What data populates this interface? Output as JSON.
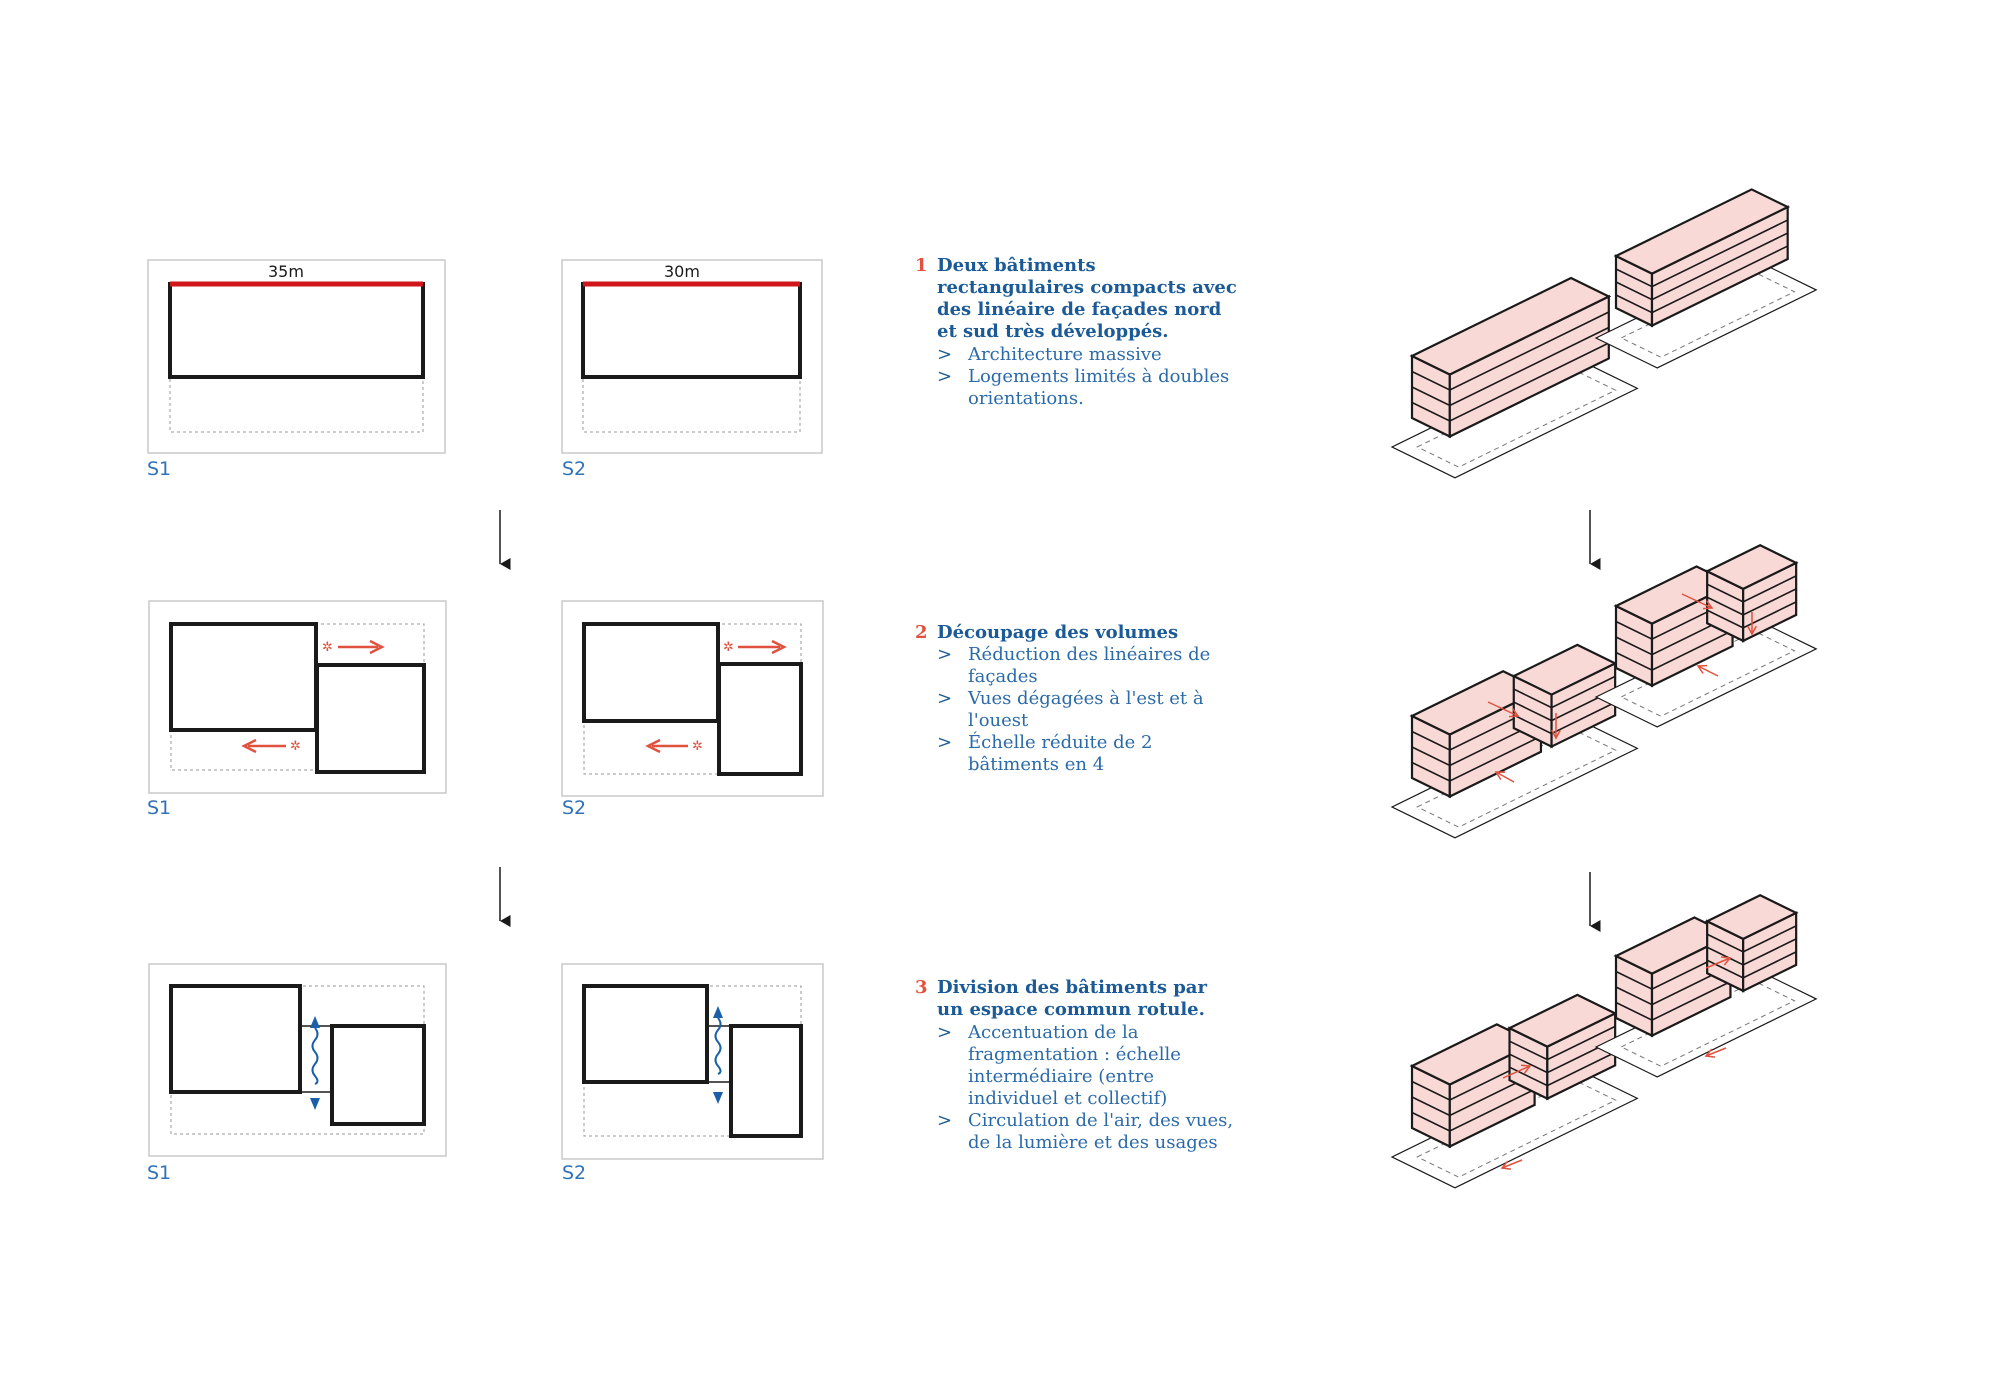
{
  "plans": {
    "dim_s1": "35m",
    "dim_s2": "30m",
    "label_s1": "S1",
    "label_s2": "S2"
  },
  "steps": [
    {
      "number": "1",
      "title": "Deux bâtiments rectangulaires compacts avec des linéaire de façades nord et sud très développés.",
      "bullets": [
        "Architecture massive",
        "Logements limités à doubles orientations."
      ]
    },
    {
      "number": "2",
      "title": "Découpage des volumes",
      "bullets": [
        "Réduction des linéaires de façades",
        "Vues dégagées à l'est et à l'ouest",
        "Échelle réduite de 2 bâtiments en 4"
      ]
    },
    {
      "number": "3",
      "title": "Division des bâtiments par un espace commun rotule.",
      "bullets": [
        "Accentuation de la fragmentation : échelle intermédiaire (entre individuel et collectif)",
        "Circulation de l'air, des vues, de la lumière et des usages"
      ]
    }
  ],
  "bullet_marker": ">",
  "colors": {
    "accent_red": "#e0523e",
    "facade_red": "#d0151b",
    "title_blue": "#1b5a96",
    "text_blue": "#2b6aa8",
    "wave_blue": "#1a5fa8",
    "volume_fill": "#f9d9d5",
    "outline": "#1a1a1a"
  },
  "icons": {
    "flow_arrow": "arrow-down",
    "view_arrow": "eye-arrow",
    "circulation": "wavy-double-arrow"
  }
}
